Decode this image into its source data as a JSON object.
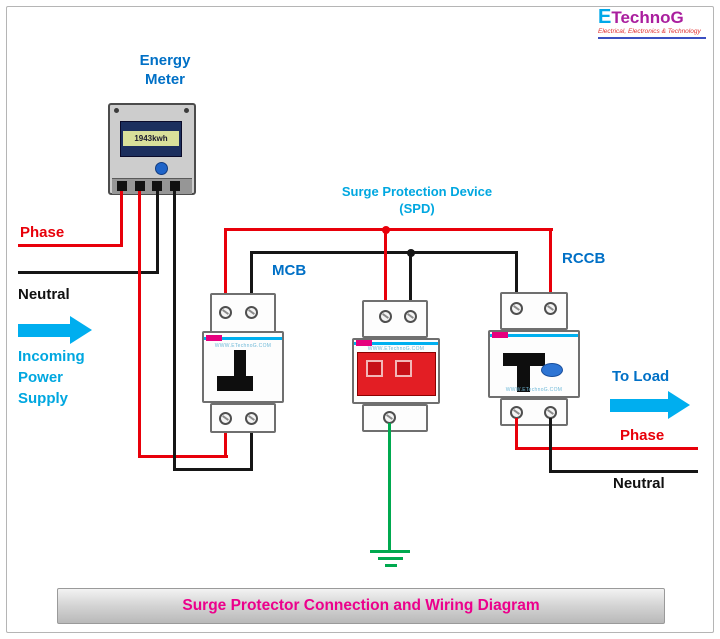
{
  "logo": {
    "brand_initial": "E",
    "brand_rest": "TechnoG",
    "tagline": "Electrical, Electronics & Technology"
  },
  "labels": {
    "energy_meter": "Energy Meter",
    "phase_in": "Phase",
    "neutral_in": "Neutral",
    "incoming": "Incoming Power Supply",
    "mcb": "MCB",
    "spd_title": "Surge Protection Device",
    "spd_sub": "(SPD)",
    "rccb": "RCCB",
    "to_load": "To Load",
    "phase_out": "Phase",
    "neutral_out": "Neutral"
  },
  "meter": {
    "display": "1943kwh"
  },
  "devices": {
    "watermark": "WWW.ETechnoG.COM"
  },
  "banner": {
    "title": "Surge Protector Connection and Wiring Diagram"
  },
  "colors": {
    "phase_wire": "#e8000a",
    "neutral_wire": "#161616",
    "earth_wire": "#00a94f",
    "label_blue": "#0070c6",
    "label_cyan": "#00a7e0",
    "brand_magenta": "#aa1f9e",
    "banner_text": "#ec008c",
    "device_stripe_cyan": "#00b0f0",
    "device_stripe_magenta": "#e6007e"
  }
}
